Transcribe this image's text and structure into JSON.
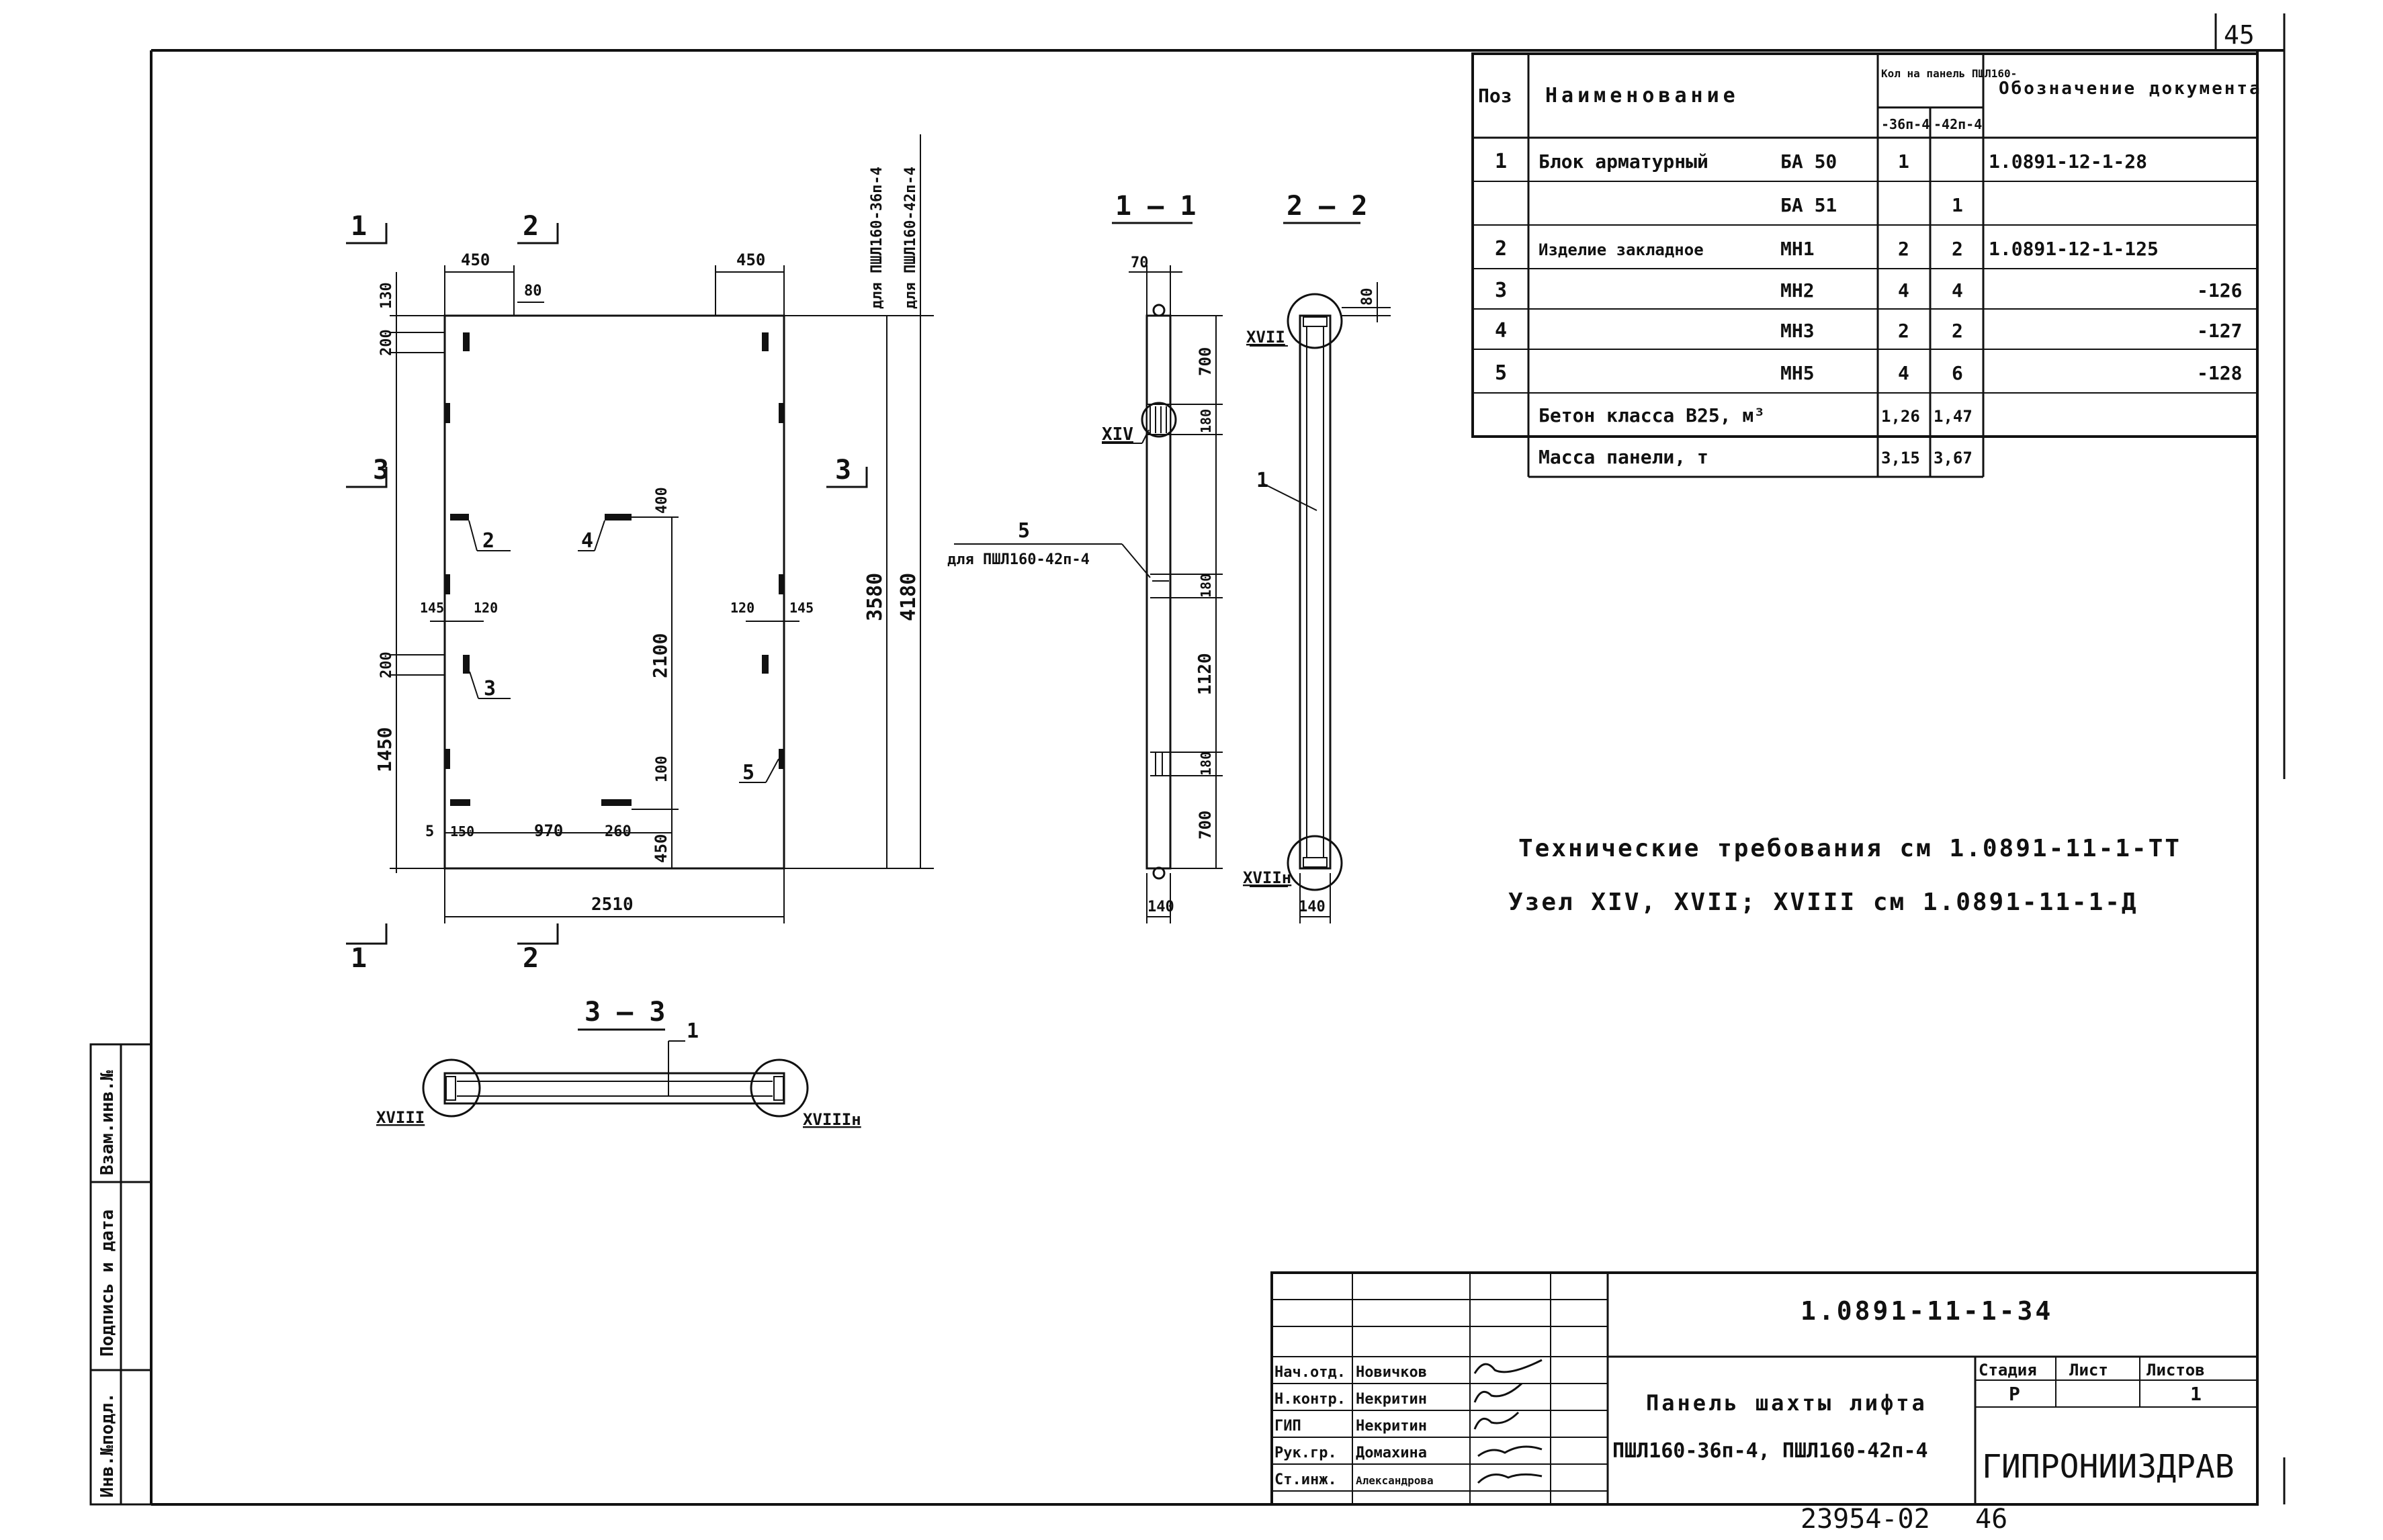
{
  "sheet": {
    "page_number": "45",
    "bottom_number": "23954-02",
    "bottom_page": "46"
  },
  "spec_table": {
    "headers": {
      "pos": "Поз",
      "name": "Наименование",
      "qty": "Кол на панель ПШЛ160-",
      "qty_a": "-36п-4",
      "qty_b": "-42п-4",
      "doc": "Обозначение документа"
    },
    "rows": [
      {
        "pos": "1",
        "name": "Блок арматурный",
        "mark": "БА 50",
        "a": "1",
        "b": "",
        "doc": "1.0891-12-1-28"
      },
      {
        "pos": "",
        "name": "",
        "mark": "БА 51",
        "a": "",
        "b": "1",
        "doc": ""
      },
      {
        "pos": "2",
        "name": "Изделие закладное",
        "mark": "МН1",
        "a": "2",
        "b": "2",
        "doc": "1.0891-12-1-125"
      },
      {
        "pos": "3",
        "name": "",
        "mark": "МН2",
        "a": "4",
        "b": "4",
        "doc": "-126"
      },
      {
        "pos": "4",
        "name": "",
        "mark": "МН3",
        "a": "2",
        "b": "2",
        "doc": "-127"
      },
      {
        "pos": "5",
        "name": "",
        "mark": "МН5",
        "a": "4",
        "b": "6",
        "doc": "-128"
      },
      {
        "pos": "",
        "name": "Бетон класса В25, м³",
        "mark": "",
        "a": "1,26",
        "b": "1,47",
        "doc": ""
      },
      {
        "pos": "",
        "name": "Масса панели, т",
        "mark": "",
        "a": "3,15",
        "b": "3,67",
        "doc": ""
      }
    ]
  },
  "notes": {
    "line1": "Технические требования см 1.0891-11-1-ТТ",
    "line2": "Узел XIV, XVII; XVIII см 1.0891-11-1-Д"
  },
  "title_block": {
    "doc_code": "1.0891-11-1-34",
    "title_line1": "Панель шахты лифта",
    "title_line2": "ПШЛ160-36п-4, ПШЛ160-42п-4",
    "stage_label": "Стадия",
    "sheet_label": "Лист",
    "sheets_label": "Листов",
    "stage": "Р",
    "sheet": "",
    "sheets": "1",
    "org": "ГИПРОНИИЗДРАВ",
    "roles": [
      {
        "role": "Нач.отд.",
        "name": "Новичков"
      },
      {
        "role": "Н.контр.",
        "name": "Некритин"
      },
      {
        "role": "ГИП",
        "name": "Некритин"
      },
      {
        "role": "Рук.гр.",
        "name": "Домахина"
      },
      {
        "role": "Ст.инж.",
        "name": "Александрова"
      }
    ]
  },
  "side_stamp": {
    "inv_orig": "Инв.№подл.",
    "sign_date": "Подпись и дата",
    "replace_inv": "Взам.инв.№"
  },
  "drawing": {
    "section_11": "1 — 1",
    "section_22": "2 — 2",
    "section_33": "3 — 3",
    "cut_1": "1",
    "cut_2": "2",
    "cut_3": "3",
    "for_36": "для ПШЛ160-36п-4",
    "for_42": "для ПШЛ160-42п-4",
    "node_14": "XIV",
    "node_17": "XVII",
    "node_17n": "XVIIн",
    "node_18": "XVIII",
    "node_18n": "XVIIIн",
    "leaders": {
      "p1": "1",
      "p2": "2",
      "p3": "3",
      "p4": "4",
      "p5": "5"
    },
    "dims": {
      "d450a": "450",
      "d450b": "450",
      "d80": "80",
      "d130": "130",
      "d200a": "200",
      "d400": "400",
      "d145a": "145",
      "d120a": "120",
      "d120b": "120",
      "d145b": "145",
      "d200b": "200",
      "d2100": "2100",
      "d1450": "1450",
      "d100": "100",
      "d450c": "450",
      "d5": "5",
      "d150": "150",
      "d970": "970",
      "d260": "260",
      "d2510": "2510",
      "d3580": "3580",
      "d4180": "4180",
      "s70": "70",
      "s700a": "700",
      "s180a": "180",
      "s180b": "180",
      "s1120": "1120",
      "s180c": "180",
      "s700b": "700",
      "s140a": "140",
      "s80": "80",
      "s140b": "140"
    }
  }
}
